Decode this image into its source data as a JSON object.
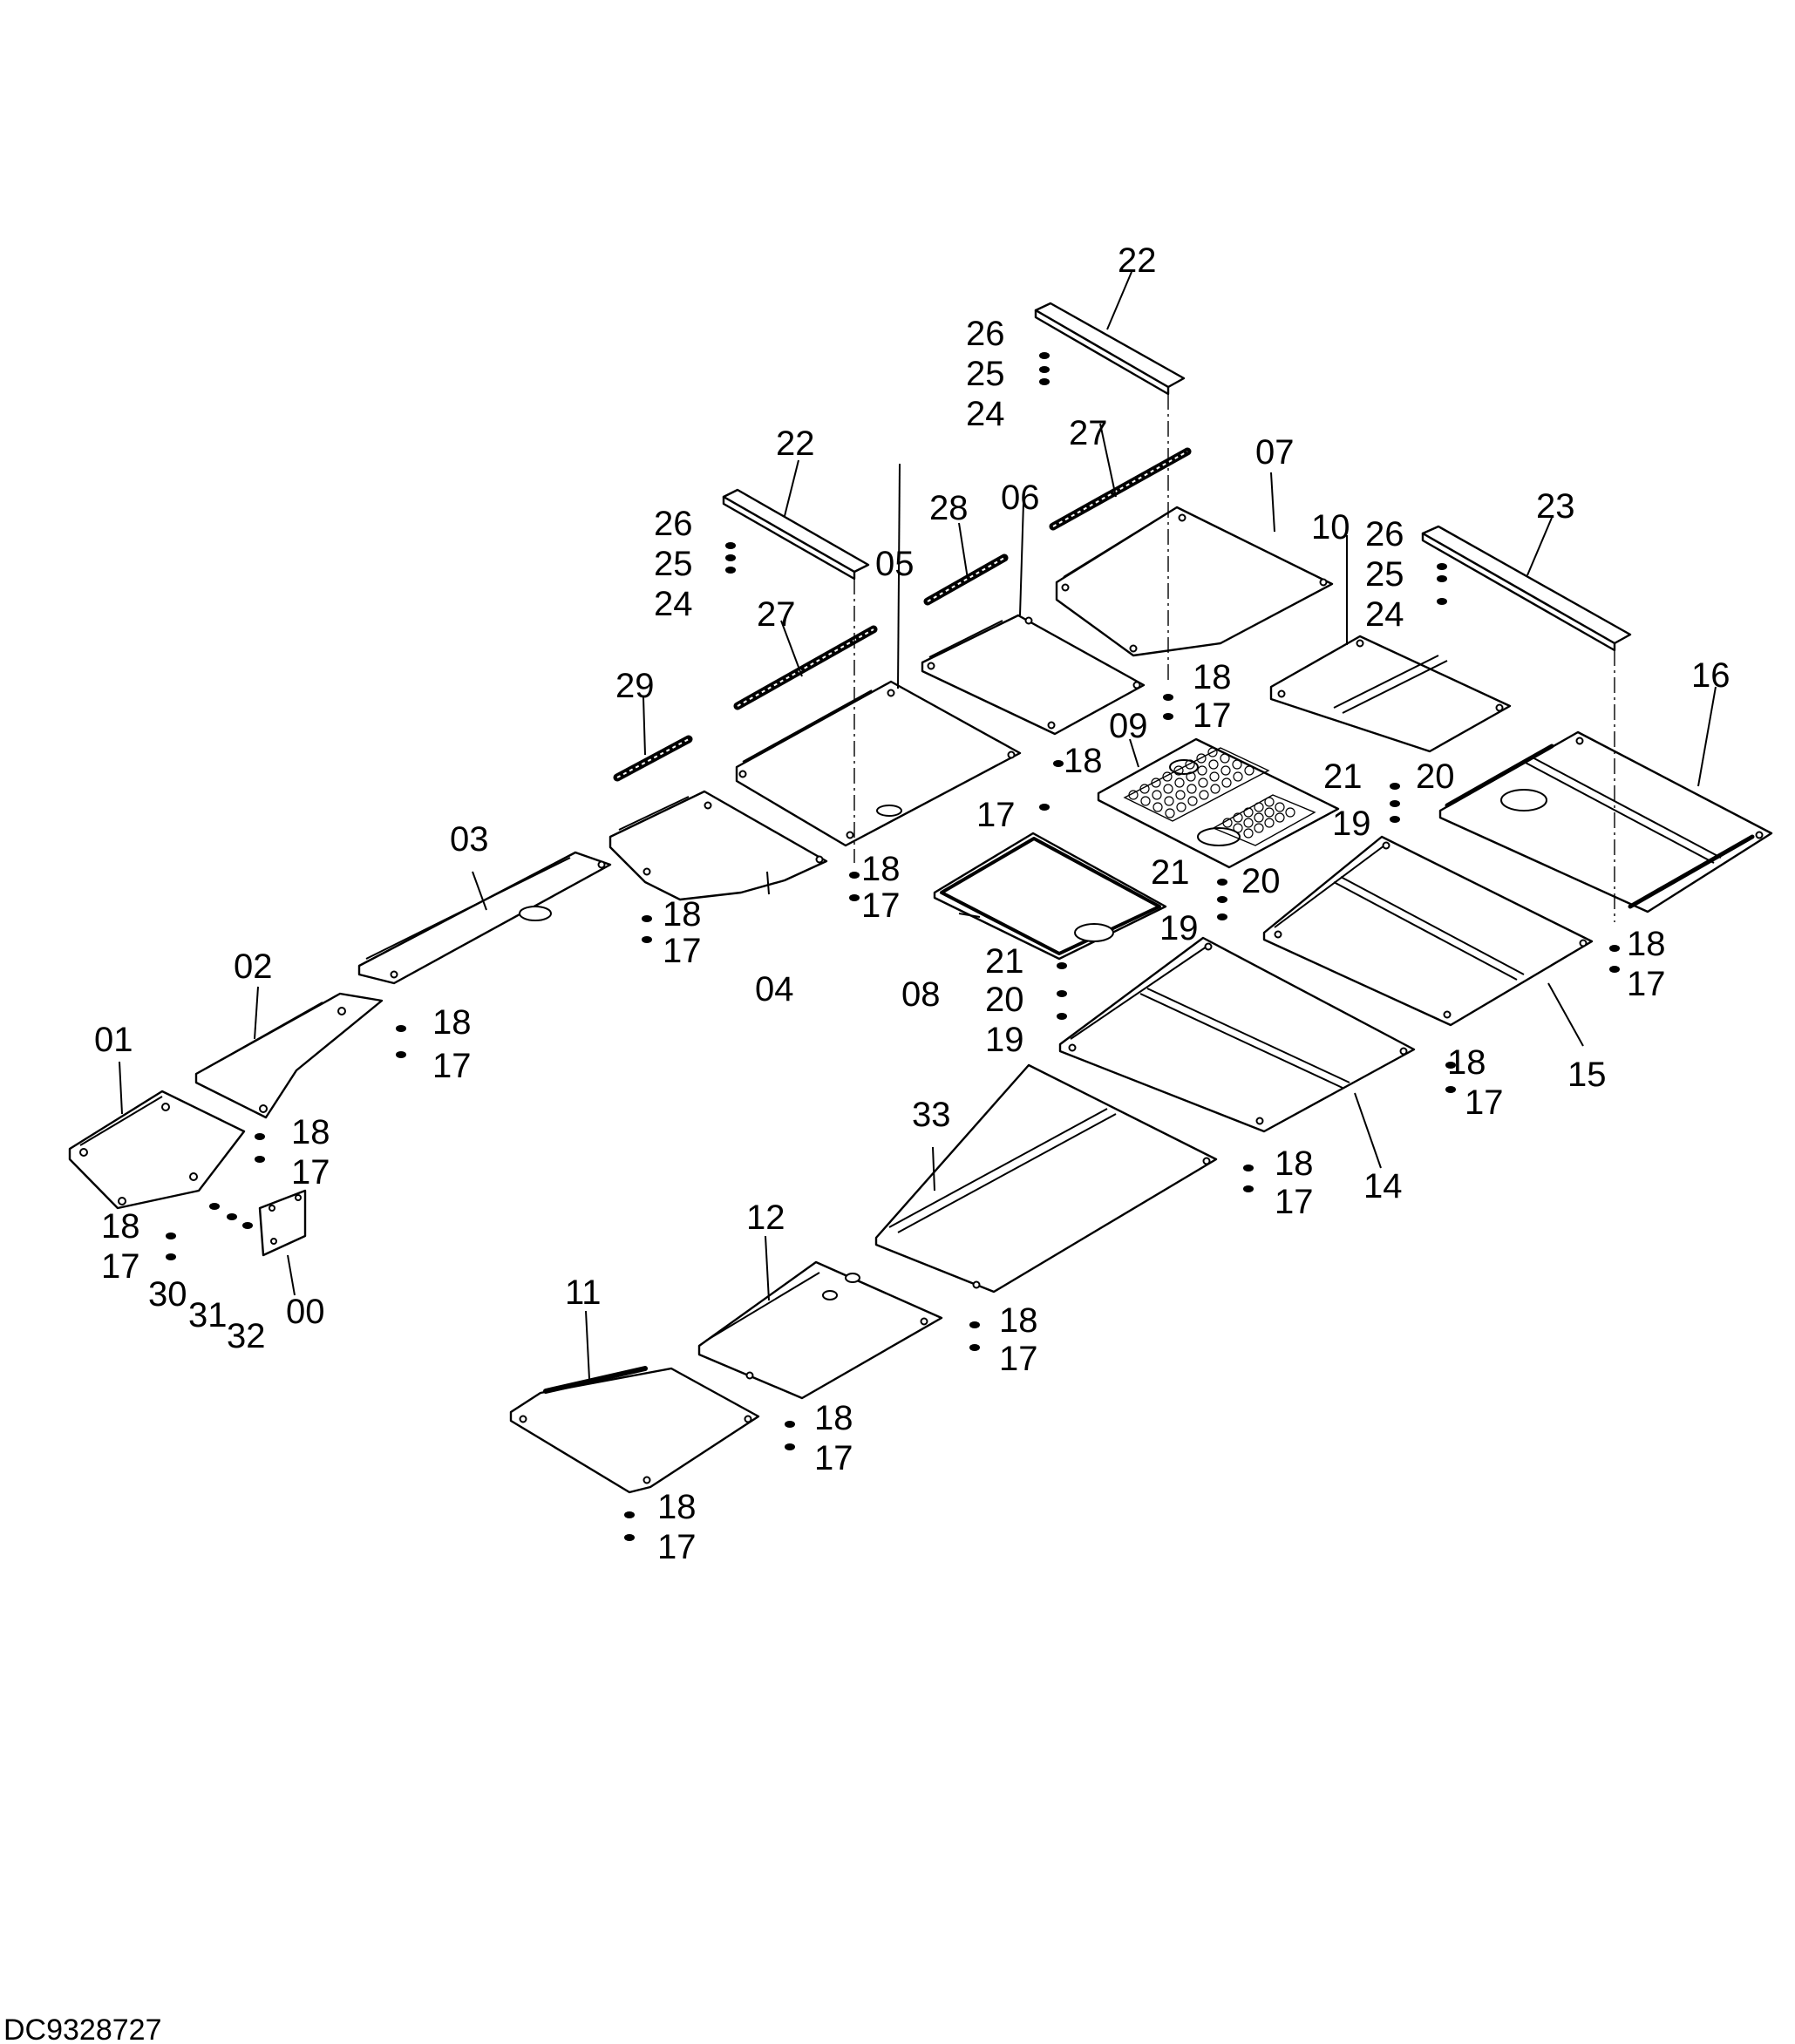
{
  "drawing_code": "DC9328727",
  "callouts": {
    "c00": "00",
    "c01": "01",
    "c02": "02",
    "c03": "03",
    "c04": "04",
    "c05": "05",
    "c06": "06",
    "c07": "07",
    "c08": "08",
    "c09": "09",
    "c10": "10",
    "c11": "11",
    "c12": "12",
    "c14": "14",
    "c15": "15",
    "c16": "16",
    "c17": "17",
    "c18": "18",
    "c19": "19",
    "c20": "20",
    "c21": "21",
    "c22": "22",
    "c23": "23",
    "c24": "24",
    "c25": "25",
    "c26": "26",
    "c27": "27",
    "c28": "28",
    "c29": "29",
    "c30": "30",
    "c31": "31",
    "c32": "32",
    "c33": "33"
  }
}
